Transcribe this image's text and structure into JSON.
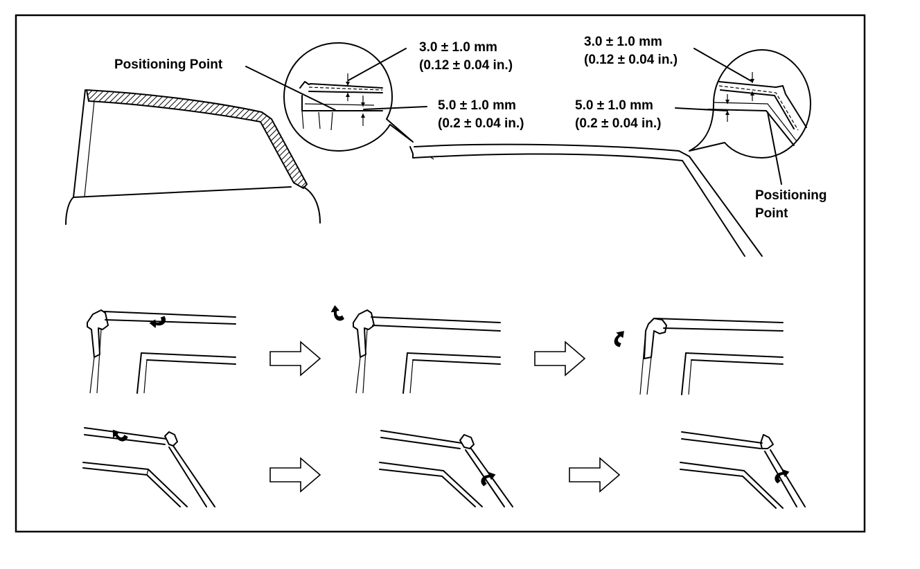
{
  "labels": {
    "positioning_point_left": "Positioning Point",
    "left_gap_metric": "3.0 ± 1.0 mm",
    "left_gap_imperial": "(0.12 ± 0.04 in.)",
    "left_offset_metric": "5.0 ± 1.0 mm",
    "left_offset_imperial": "(0.2 ± 0.04 in.)",
    "right_gap_metric": "3.0 ± 1.0 mm",
    "right_gap_imperial": "(0.12 ± 0.04 in.)",
    "right_offset_metric": "5.0 ± 1.0 mm",
    "right_offset_imperial": "(0.2 ± 0.04 in.)",
    "positioning_point_right_line1": "Positioning",
    "positioning_point_right_line2": "Point"
  },
  "icons": {
    "step_arrow": "right-arrow-outline-icon",
    "press_direction": "curved-arrow-icon",
    "hatched_molding": "hatched-molding-icon"
  },
  "colors": {
    "ink": "#000000",
    "paper": "#ffffff"
  }
}
